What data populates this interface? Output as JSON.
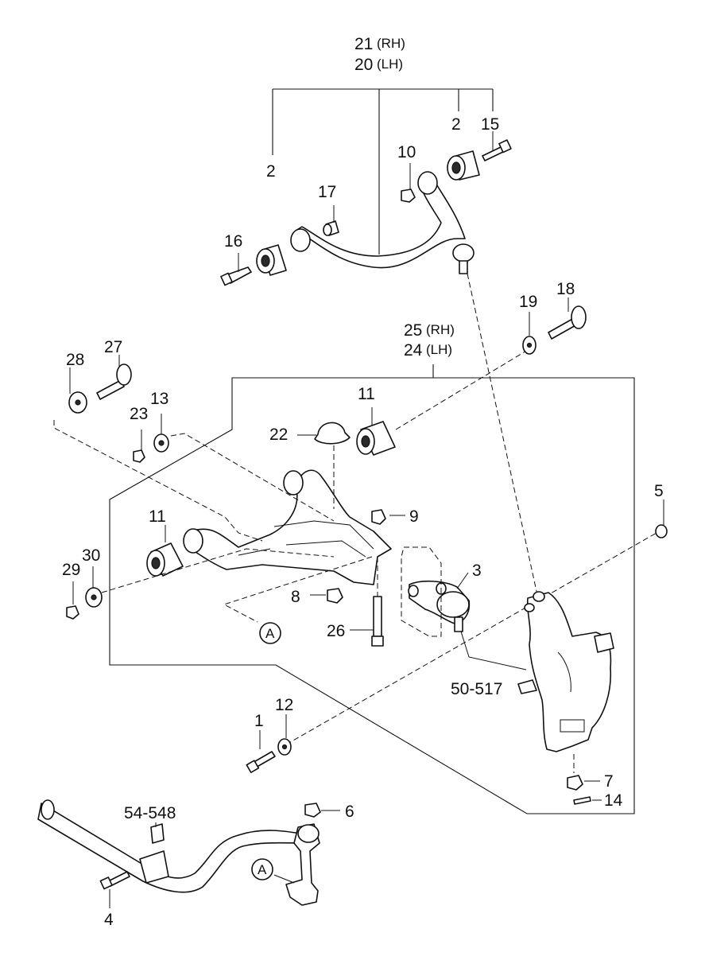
{
  "labels": {
    "upper_arm_rh": "21",
    "upper_arm_rh_side": "(RH)",
    "upper_arm_lh": "20",
    "upper_arm_lh_side": "(LH)",
    "bushing_upper_left": "2",
    "bushing_upper_right": "2",
    "bolt_15": "15",
    "nut_10": "10",
    "collar_17": "17",
    "bolt_16": "16",
    "bolt_18": "18",
    "washer_19": "19",
    "lower_arm_rh": "25",
    "lower_arm_rh_side": "(RH)",
    "lower_arm_lh": "24",
    "lower_arm_lh_side": "(LH)",
    "washer_28": "28",
    "bolt_27": "27",
    "nut_23": "23",
    "washer_13": "13",
    "bushing_lower_rear": "11",
    "bumper_22": "22",
    "bushing_lower_front": "11",
    "nut_9": "9",
    "nut_5": "5",
    "washer_30": "30",
    "nut_29": "29",
    "ball_joint_3": "3",
    "nut_8": "8",
    "bolt_26": "26",
    "ref_a_upper": "A",
    "knuckle_ref": "50-517",
    "bolt_1": "1",
    "washer_12": "12",
    "nut_7": "7",
    "pin_14": "14",
    "nut_6": "6",
    "stabilizer_ref": "54-548",
    "ref_a_lower": "A",
    "bolt_4": "4"
  }
}
